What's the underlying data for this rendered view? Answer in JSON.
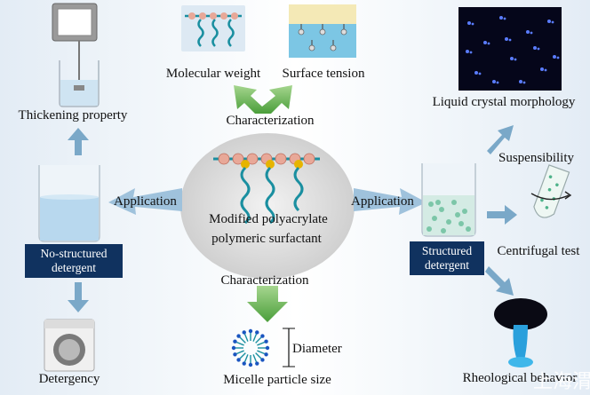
{
  "center": {
    "line1": "Modified polyacrylate",
    "line2": "polymeric surfactant"
  },
  "top": {
    "characterization": "Characterization",
    "molecular_weight": "Molecular weight",
    "surface_tension": "Surface tension"
  },
  "bottom": {
    "characterization": "Characterization",
    "diameter": "Diameter",
    "micelle": "Micelle particle size"
  },
  "left": {
    "application": "Application",
    "thickening": "Thickening property",
    "box_line1": "No-structured",
    "box_line2": "detergent",
    "detergency": "Detergency"
  },
  "right": {
    "application": "Application",
    "box_line1": "Structured",
    "box_line2": "detergent",
    "liquid_crystal": "Liquid crystal morphology",
    "suspensibility": "Suspensibility",
    "centrifugal": "Centrifugal test",
    "rheological": "Rheological behavior"
  },
  "watermark": "上海渭",
  "colors": {
    "arrow_blue": "#7aa8c8",
    "arrow_green": "#7cc06a",
    "box": "#10325f",
    "chain": "#1a8fa0",
    "bead": "#e8a898"
  }
}
